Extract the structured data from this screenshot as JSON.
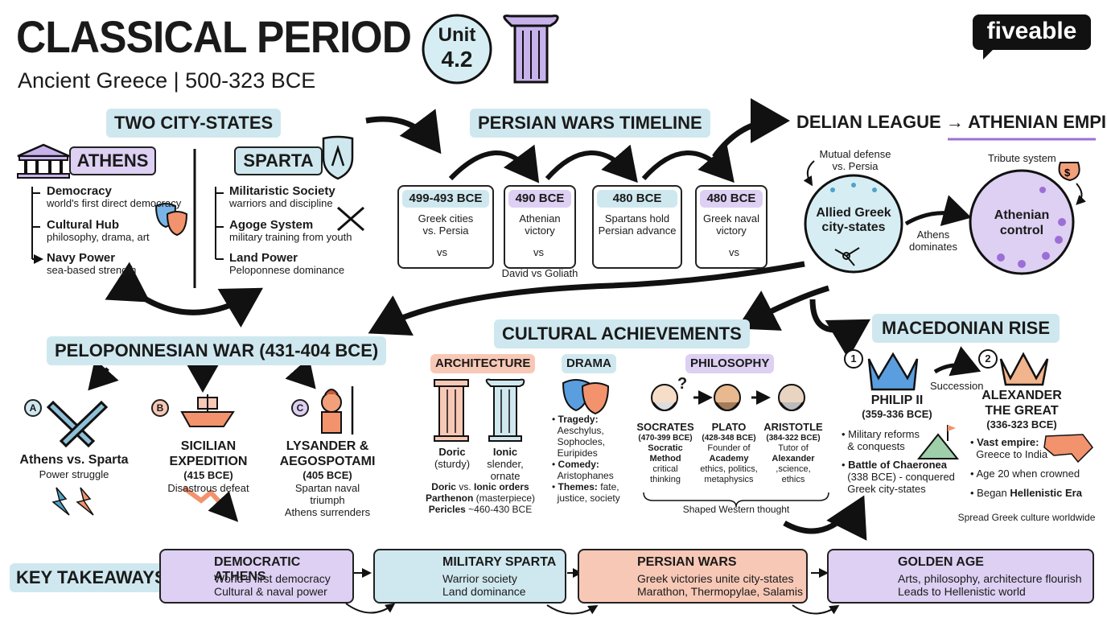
{
  "header": {
    "title": "CLASSICAL PERIOD",
    "subtitle": "Ancient Greece | 500-323 BCE",
    "unit_word": "Unit",
    "unit_num": "4.2",
    "brand": "fiveable"
  },
  "two_states": {
    "title": "TWO CITY-STATES",
    "athens": {
      "name": "ATHENS",
      "items": [
        {
          "title": "Democracy",
          "desc": "world's first direct democracy"
        },
        {
          "title": "Cultural Hub",
          "desc": "philosophy, drama, art"
        },
        {
          "title": "Navy Power",
          "desc": "sea-based strength"
        }
      ]
    },
    "sparta": {
      "name": "SPARTA",
      "items": [
        {
          "title": "Militaristic Society",
          "desc": "warriors and discipline"
        },
        {
          "title": "Agoge System",
          "desc": "military training from youth"
        },
        {
          "title": "Land Power",
          "desc": "Peloponnese dominance"
        }
      ]
    }
  },
  "persian": {
    "title": "PERSIAN WARS TIMELINE",
    "events": [
      {
        "date": "499-493 BCE",
        "line1": "Greek cities",
        "line2": "vs. Persia",
        "vs": "vs"
      },
      {
        "date": "490 BCE",
        "line1": "Athenian",
        "line2": "victory",
        "vs": "vs",
        "caption": "David vs Goliath"
      },
      {
        "date": "480 BCE",
        "line1": "Spartans hold",
        "line2": "Persian advance"
      },
      {
        "date": "480 BCE",
        "line1": "Greek naval",
        "line2": "victory",
        "vs": "vs"
      }
    ]
  },
  "delian": {
    "title_a": "DELIAN LEAGUE",
    "arrow": "→",
    "title_b": "ATHENIAN EMPIRE",
    "mutual_1": "Mutual defense",
    "mutual_2": "vs. Persia",
    "allied_1": "Allied Greek",
    "allied_2": "city-states",
    "dominates_1": "Athens",
    "dominates_2": "dominates",
    "tribute": "Tribute system",
    "control_1": "Athenian",
    "control_2": "control"
  },
  "pelo": {
    "title": "PELOPONNESIAN WAR (431-404 BCE)",
    "a": {
      "letter": "A",
      "title": "Athens vs. Sparta",
      "desc": "Power struggle"
    },
    "b": {
      "letter": "B",
      "title": "SICILIAN EXPEDITION",
      "date": "(415 BCE)",
      "desc": "Disastrous defeat"
    },
    "c": {
      "letter": "C",
      "title1": "LYSANDER &",
      "title2": "AEGOSPOTAMI",
      "date": "(405 BCE)",
      "desc1": "Spartan naval triumph",
      "desc2": "Athens surrenders"
    }
  },
  "culture": {
    "title": "CULTURAL ACHIEVEMENTS",
    "arch": {
      "label": "ARCHITECTURE",
      "doric": "Doric",
      "doric_d": "(sturdy)",
      "ionic": "Ionic",
      "ionic_d1": "slender,",
      "ionic_d2": "ornate",
      "line1_a": "Doric",
      "line1_b": " vs. ",
      "line1_c": "Ionic orders",
      "line2_a": "Parthenon",
      "line2_b": " (masterpiece)",
      "line3_a": "Pericles",
      "line3_b": " ~460-430 BCE"
    },
    "drama": {
      "label": "DRAMA",
      "t1": "Tragedy:",
      "d1a": "Aeschylus,",
      "d1b": "Sophocles,",
      "d1c": "Euripides",
      "t2": "Comedy:",
      "d2": "Aristophanes",
      "t3": "Themes:",
      "d3a": " fate,",
      "d3b": "justice, society"
    },
    "philo": {
      "label": "PHILOSOPHY",
      "q": "?",
      "socrates": "SOCRATES",
      "s_date": "(470-399 BCE)",
      "s_d1": "Socratic",
      "s_d2": "Method",
      "s_d3": "critical",
      "s_d4": "thinking",
      "plato": "PLATO",
      "p_date": "(428-348 BCE)",
      "p_d1": "Founder of",
      "p_d2": "Academy",
      "p_d3": "ethics, politics,",
      "p_d4": "metaphysics",
      "aristotle": "ARISTOTLE",
      "a_date": "(384-322 BCE)",
      "a_d1": "Tutor of",
      "a_d2": "Alexander",
      "a_d3": ",science,",
      "a_d4": "ethics",
      "shaped": "Shaped Western thought"
    }
  },
  "macedon": {
    "title": "MACEDONIAN RISE",
    "n1": "1",
    "n2": "2",
    "succession": "Succession",
    "philip": "PHILIP II",
    "philip_date": "(359-336 BCE)",
    "p_b1a": "Military reforms",
    "p_b1b": "& conquests",
    "p_b2a": "Battle of Chaeronea",
    "p_b2b": "(338 BCE) - conquered",
    "p_b2c": "Greek city-states",
    "alex1": "ALEXANDER",
    "alex2": "THE GREAT",
    "alex_date": "(336-323 BCE)",
    "a_b1t": "Vast empire:",
    "a_b1d": "Greece to India",
    "a_b2": "Age 20 when crowned",
    "a_b3a": "Began ",
    "a_b3b": "Hellenistic Era",
    "spread": "Spread Greek culture worldwide"
  },
  "takeaways": {
    "label": "KEY TAKEAWAYS",
    "cards": [
      {
        "title": "DEMOCRATIC ATHENS",
        "l1": "World's first democracy",
        "l2": "Cultural & naval power"
      },
      {
        "title": "MILITARY SPARTA",
        "l1": "Warrior society",
        "l2": "Land dominance"
      },
      {
        "title": "PERSIAN WARS",
        "l1": "Greek victories unite city-states",
        "l2": "Marathon, Thermopylae, Salamis"
      },
      {
        "title": "GOLDEN AGE",
        "l1": "Arts, philosophy, architecture flourish",
        "l2": "Leads to Hellenistic world"
      }
    ]
  },
  "colors": {
    "blue": "#cfe8ef",
    "lavender": "#ddd0f3",
    "peach": "#f8c8b6",
    "ink": "#1a1a1a"
  }
}
